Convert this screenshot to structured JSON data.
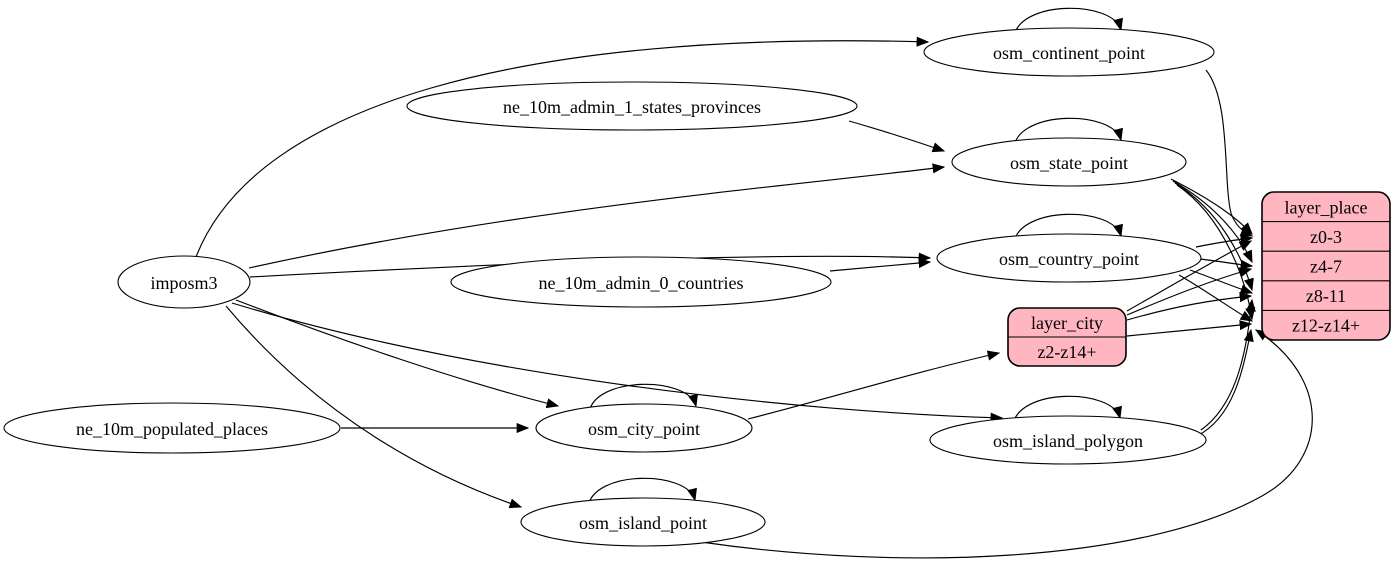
{
  "diagram": {
    "colors": {
      "background": "#ffffff",
      "node_fill": "#ffffff",
      "node_stroke": "#000000",
      "record_fill": "#ffb6c1",
      "edge_color": "#000000",
      "text_color": "#000000"
    },
    "nodes": [
      {
        "id": "imposm3",
        "label": "imposm3",
        "shape": "ellipse",
        "self_loop": false
      },
      {
        "id": "ne_10m_admin_1_states_provinces",
        "label": "ne_10m_admin_1_states_provinces",
        "shape": "ellipse",
        "self_loop": false
      },
      {
        "id": "ne_10m_admin_0_countries",
        "label": "ne_10m_admin_0_countries",
        "shape": "ellipse",
        "self_loop": false
      },
      {
        "id": "ne_10m_populated_places",
        "label": "ne_10m_populated_places",
        "shape": "ellipse",
        "self_loop": false
      },
      {
        "id": "osm_continent_point",
        "label": "osm_continent_point",
        "shape": "ellipse",
        "self_loop": true
      },
      {
        "id": "osm_state_point",
        "label": "osm_state_point",
        "shape": "ellipse",
        "self_loop": true
      },
      {
        "id": "osm_country_point",
        "label": "osm_country_point",
        "shape": "ellipse",
        "self_loop": true
      },
      {
        "id": "osm_city_point",
        "label": "osm_city_point",
        "shape": "ellipse",
        "self_loop": true
      },
      {
        "id": "osm_island_polygon",
        "label": "osm_island_polygon",
        "shape": "ellipse",
        "self_loop": true
      },
      {
        "id": "osm_island_point",
        "label": "osm_island_point",
        "shape": "ellipse",
        "self_loop": true
      }
    ],
    "records": [
      {
        "id": "layer_place",
        "header": "layer_place",
        "rows": [
          "z0-3",
          "z4-7",
          "z8-11",
          "z12-z14+"
        ]
      },
      {
        "id": "layer_city",
        "header": "layer_city",
        "rows": [
          "z2-z14+"
        ]
      }
    ],
    "edges": [
      {
        "from": "imposm3",
        "to": "osm_continent_point"
      },
      {
        "from": "imposm3",
        "to": "osm_state_point"
      },
      {
        "from": "imposm3",
        "to": "osm_country_point"
      },
      {
        "from": "imposm3",
        "to": "osm_city_point"
      },
      {
        "from": "imposm3",
        "to": "osm_island_polygon"
      },
      {
        "from": "imposm3",
        "to": "osm_island_point"
      },
      {
        "from": "ne_10m_admin_1_states_provinces",
        "to": "osm_state_point"
      },
      {
        "from": "ne_10m_admin_0_countries",
        "to": "osm_country_point"
      },
      {
        "from": "ne_10m_populated_places",
        "to": "osm_city_point"
      },
      {
        "from": "osm_continent_point",
        "to": "osm_continent_point"
      },
      {
        "from": "osm_state_point",
        "to": "osm_state_point"
      },
      {
        "from": "osm_country_point",
        "to": "osm_country_point"
      },
      {
        "from": "osm_city_point",
        "to": "osm_city_point"
      },
      {
        "from": "osm_island_polygon",
        "to": "osm_island_polygon"
      },
      {
        "from": "osm_island_point",
        "to": "osm_island_point"
      },
      {
        "from": "osm_continent_point",
        "to": "layer_place",
        "to_row": "z0-3"
      },
      {
        "from": "osm_state_point",
        "to": "layer_place",
        "to_row": "z0-3"
      },
      {
        "from": "osm_state_point",
        "to": "layer_place",
        "to_row": "z4-7"
      },
      {
        "from": "osm_state_point",
        "to": "layer_place",
        "to_row": "z8-11"
      },
      {
        "from": "osm_state_point",
        "to": "layer_place",
        "to_row": "z12-z14+"
      },
      {
        "from": "osm_country_point",
        "to": "layer_place",
        "to_row": "z0-3"
      },
      {
        "from": "osm_country_point",
        "to": "layer_place",
        "to_row": "z4-7"
      },
      {
        "from": "osm_country_point",
        "to": "layer_place",
        "to_row": "z8-11"
      },
      {
        "from": "osm_country_point",
        "to": "layer_place",
        "to_row": "z12-z14+"
      },
      {
        "from": "osm_city_point",
        "to": "layer_city",
        "to_row": "z2-z14+"
      },
      {
        "from": "layer_city",
        "to": "layer_place",
        "to_row": "z0-3"
      },
      {
        "from": "layer_city",
        "to": "layer_place",
        "to_row": "z4-7"
      },
      {
        "from": "layer_city",
        "to": "layer_place",
        "to_row": "z8-11"
      },
      {
        "from": "layer_city",
        "to": "layer_place",
        "to_row": "z12-z14+"
      },
      {
        "from": "osm_island_polygon",
        "to": "layer_place",
        "to_row": "z8-11"
      },
      {
        "from": "osm_island_polygon",
        "to": "layer_place",
        "to_row": "z12-z14+"
      },
      {
        "from": "osm_island_point",
        "to": "layer_place",
        "to_row": "z12-z14+"
      }
    ]
  }
}
